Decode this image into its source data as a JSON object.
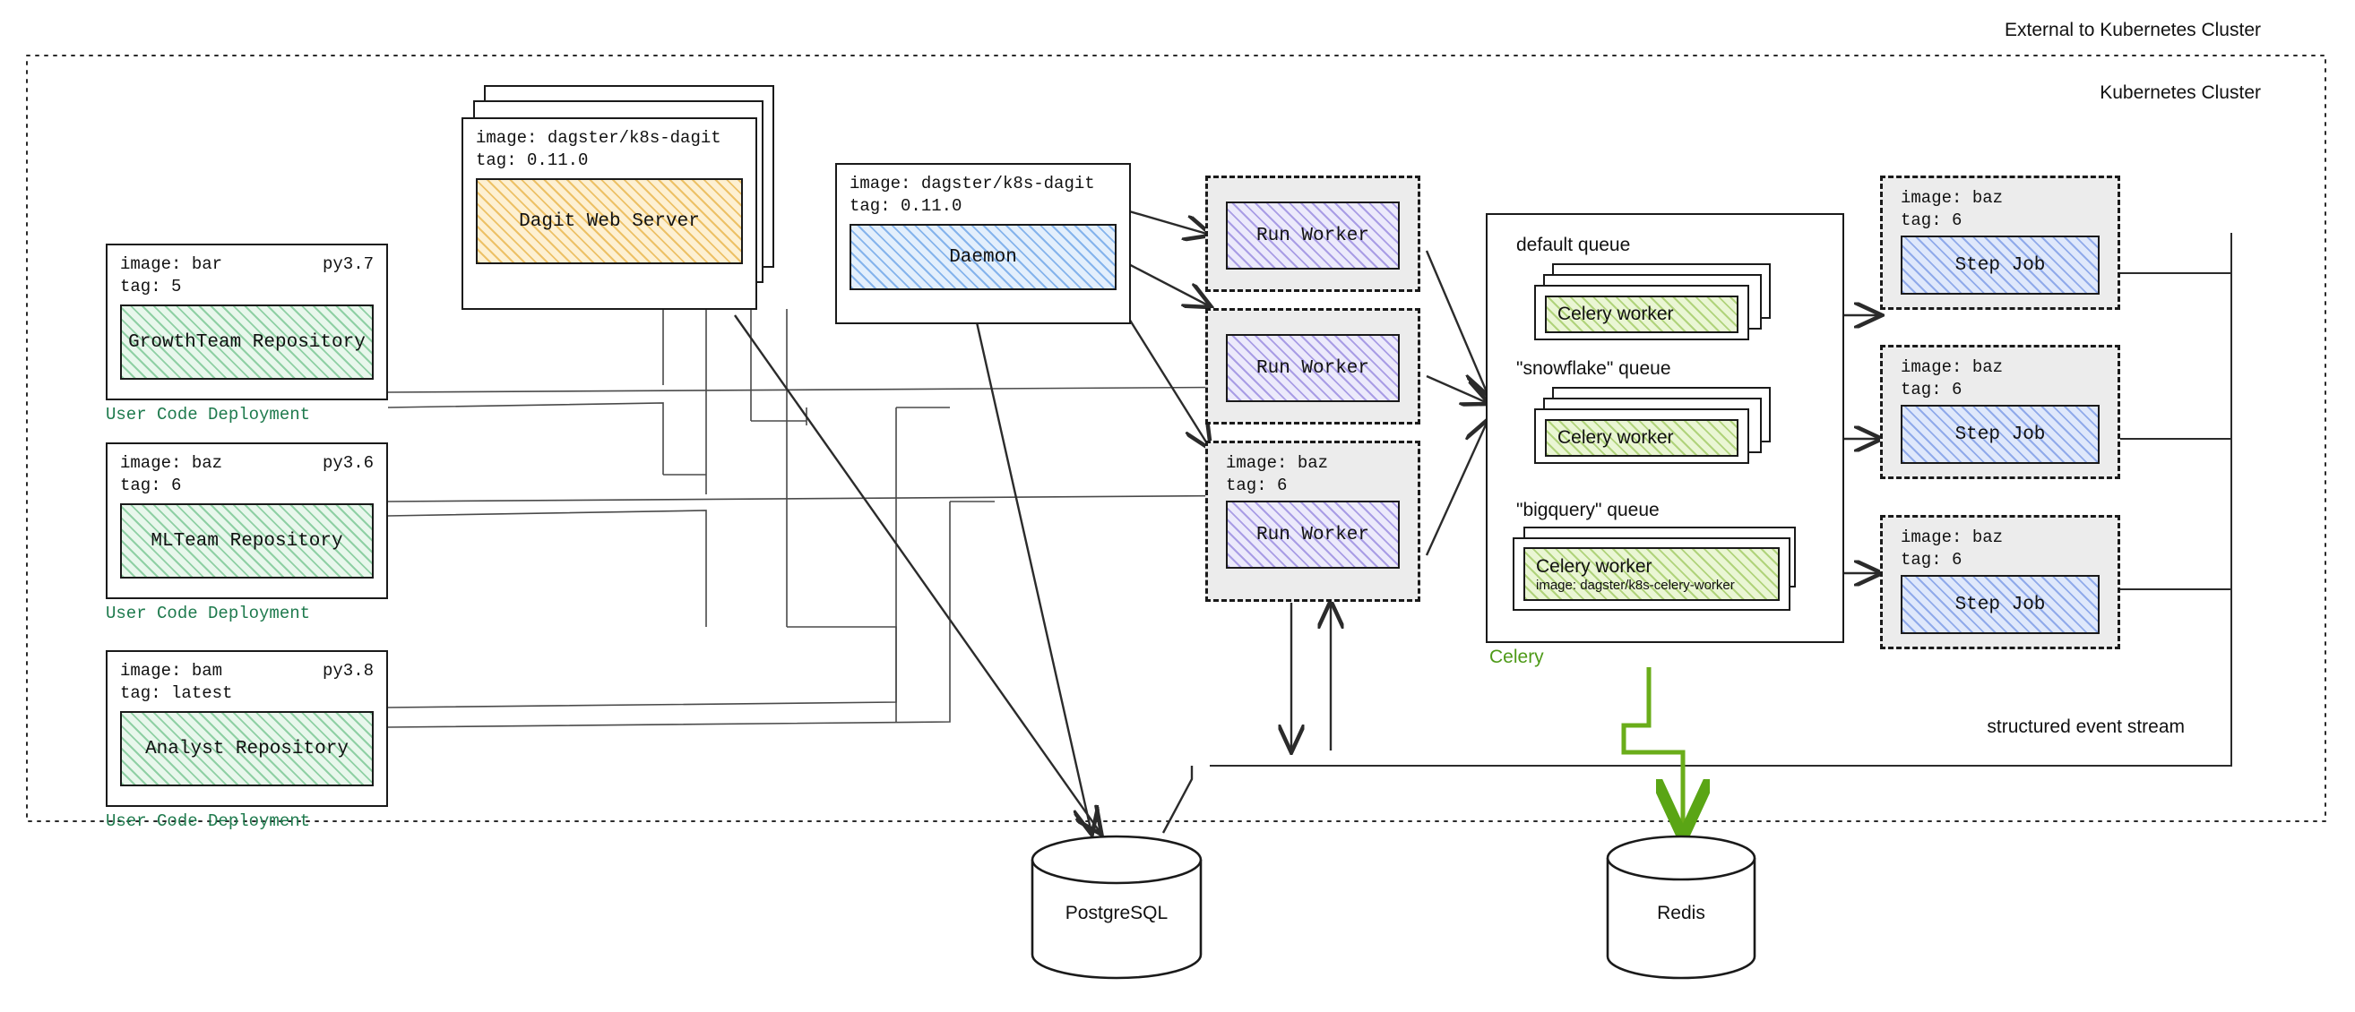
{
  "boundaries": {
    "external_label": "External to Kubernetes Cluster",
    "cluster_label": "Kubernetes Cluster",
    "event_stream_label": "structured event stream"
  },
  "user_code_deployments": [
    {
      "image": "image: bar",
      "python": "py3.7",
      "tag": "tag: 5",
      "repository": "GrowthTeam Repository",
      "caption": "User Code Deployment"
    },
    {
      "image": "image: baz",
      "python": "py3.6",
      "tag": "tag: 6",
      "repository": "MLTeam Repository",
      "caption": "User Code Deployment"
    },
    {
      "image": "image: bam",
      "python": "py3.8",
      "tag": "tag: latest",
      "repository": "Analyst Repository",
      "caption": "User Code Deployment"
    }
  ],
  "dagit": {
    "image": "image: dagster/k8s-dagit",
    "tag": "tag: 0.11.0",
    "label": "Dagit Web Server",
    "replicas": 3
  },
  "daemon": {
    "image": "image: dagster/k8s-dagit",
    "tag": "tag: 0.11.0",
    "label": "Daemon"
  },
  "run_workers": [
    {
      "label": "Run Worker",
      "image": "",
      "tag": ""
    },
    {
      "label": "Run Worker",
      "image": "",
      "tag": ""
    },
    {
      "label": "Run Worker",
      "image": "image: baz",
      "tag": "tag: 6"
    }
  ],
  "celery": {
    "title": "Celery",
    "queues": [
      {
        "name": "default queue",
        "worker": "Celery worker",
        "worker_image": "",
        "replicas": 3
      },
      {
        "name": "\"snowflake\" queue",
        "worker": "Celery worker",
        "worker_image": "",
        "replicas": 3
      },
      {
        "name": "\"bigquery\" queue",
        "worker": "Celery worker",
        "worker_image": "image: dagster/k8s-celery-worker",
        "replicas": 2
      }
    ]
  },
  "step_jobs": [
    {
      "image": "image: baz",
      "tag": "tag: 6",
      "label": "Step Job"
    },
    {
      "image": "image: baz",
      "tag": "tag: 6",
      "label": "Step Job"
    },
    {
      "image": "image: baz",
      "tag": "tag: 6",
      "label": "Step Job"
    }
  ],
  "datastores": [
    {
      "name": "PostgreSQL"
    },
    {
      "name": "Redis"
    }
  ],
  "colors": {
    "repository_fill": "#e8f7ec",
    "dagit_fill": "#fdf0d2",
    "daemon_fill": "#e3effc",
    "run_worker_fill": "#eceafb",
    "celery_worker_fill": "#eaf6d4",
    "step_job_fill": "#dfe8fb",
    "user_code_label": "#1e7a4d",
    "celery_label": "#4e9a18",
    "stroke": "#1a1a1a"
  }
}
